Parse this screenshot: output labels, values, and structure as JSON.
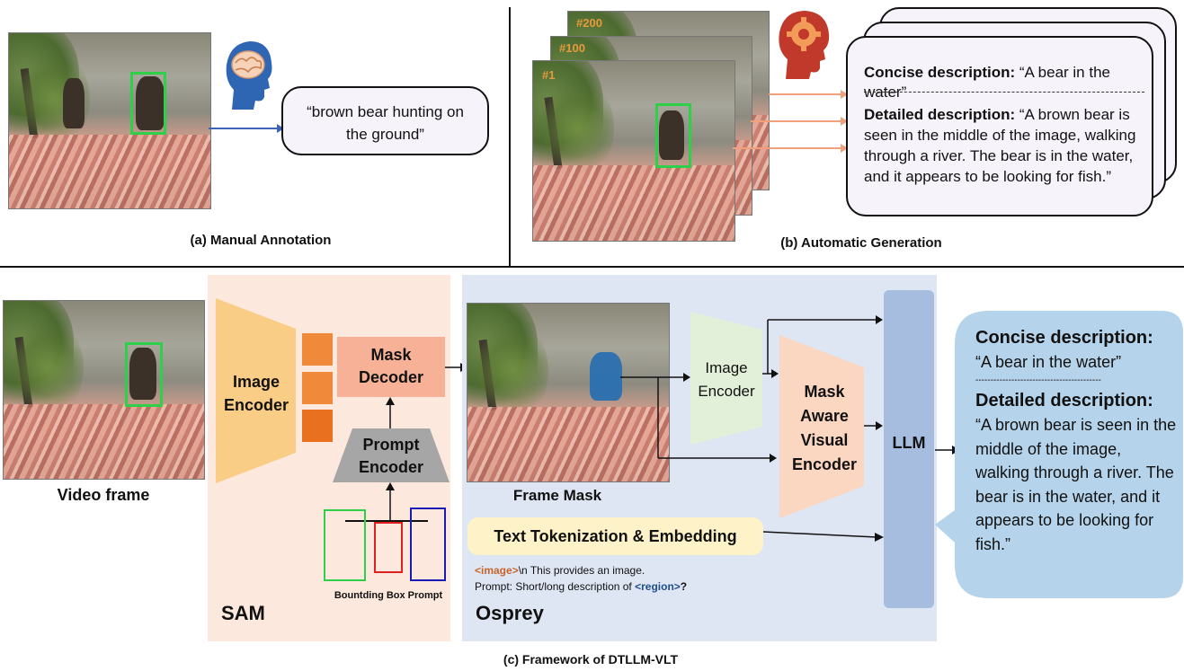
{
  "panel_a": {
    "quote": "“brown bear hunting on the ground”",
    "caption": "(a) Manual Annotation"
  },
  "panel_b": {
    "frame_labels": [
      "#200",
      "#100",
      "#1"
    ],
    "concise_label": "Concise description:",
    "concise_text": "“A bear in the water”",
    "detailed_label": "Detailed description:",
    "detailed_text": "“A brown bear is seen in the middle of the image, walking through a river. The bear is in the water, and it appears to be looking for fish.”",
    "caption": "(b) Automatic Generation"
  },
  "panel_c": {
    "video_frame_label": "Video frame",
    "sam": {
      "image_encoder": "Image Encoder",
      "mask_decoder": "Mask Decoder",
      "prompt_encoder": "Prompt Encoder",
      "bbox_prompt_label": "Bountding Box Prompt",
      "title": "SAM"
    },
    "osprey": {
      "frame_mask_label": "Frame Mask",
      "image_encoder": "Image Encoder",
      "mask_aware_encoder": "Mask Aware Visual Encoder",
      "text_tokenization": "Text Tokenization & Embedding",
      "prompt_line1_tag": "<image>",
      "prompt_line1_rest": "\\n This provides an image.",
      "prompt_line2_start": "Prompt: Short/long description of ",
      "prompt_line2_tag": "<region>",
      "prompt_line2_end": "?",
      "title": "Osprey"
    },
    "llm": "LLM",
    "output": {
      "concise_label": "Concise description:",
      "concise_text": "“A bear in the water”",
      "divider": "------------------------------------------",
      "detailed_label": "Detailed description:",
      "detailed_text": "“A brown bear is seen in the middle of the image, walking through a river. The bear is in the water, and it appears to be looking for fish.”"
    },
    "caption": "(c) Framework of DTLLM-VLT"
  },
  "colors": {
    "sam_bg": "#fce8dc",
    "osprey_bg": "#dfe6f3",
    "image_encoder_sam": "#f9cd85",
    "mask_decoder": "#f6b197",
    "prompt_encoder": "#a6a6a6",
    "image_encoder_osprey": "#e3f0d9",
    "mask_aware": "#fbd6c0",
    "llm": "#a7bde0",
    "text_token": "#fdf2c8",
    "output_bubble": "#b5d3ea",
    "frame_num": "#e69a3c",
    "bbox_green": "#2ed04a",
    "bbox_red": "#e02020",
    "bbox_blue": "#1a1ab4",
    "tag_orange": "#c8642c",
    "tag_blue": "#1f4e8c"
  }
}
